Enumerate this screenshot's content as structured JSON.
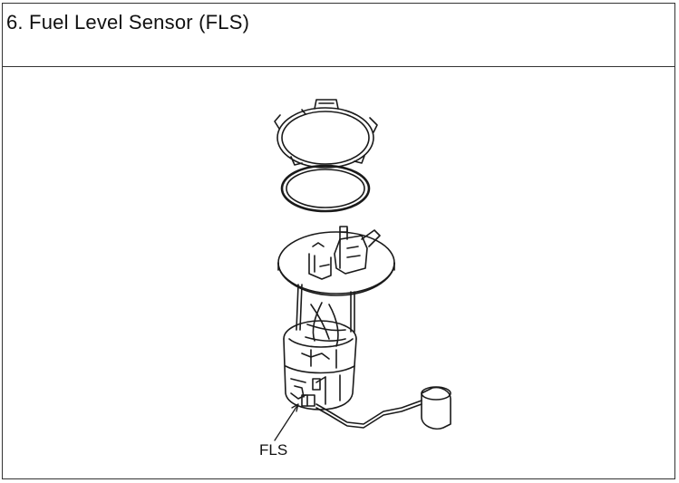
{
  "document": {
    "section_title": "6. Fuel Level Sensor (FLS)"
  },
  "figure": {
    "callout_label": "FLS",
    "line_color": "#1a1a1a",
    "parts": [
      "lock-ring",
      "o-ring-gasket",
      "fuel-pump-module",
      "fuel-level-sensor-float"
    ]
  }
}
